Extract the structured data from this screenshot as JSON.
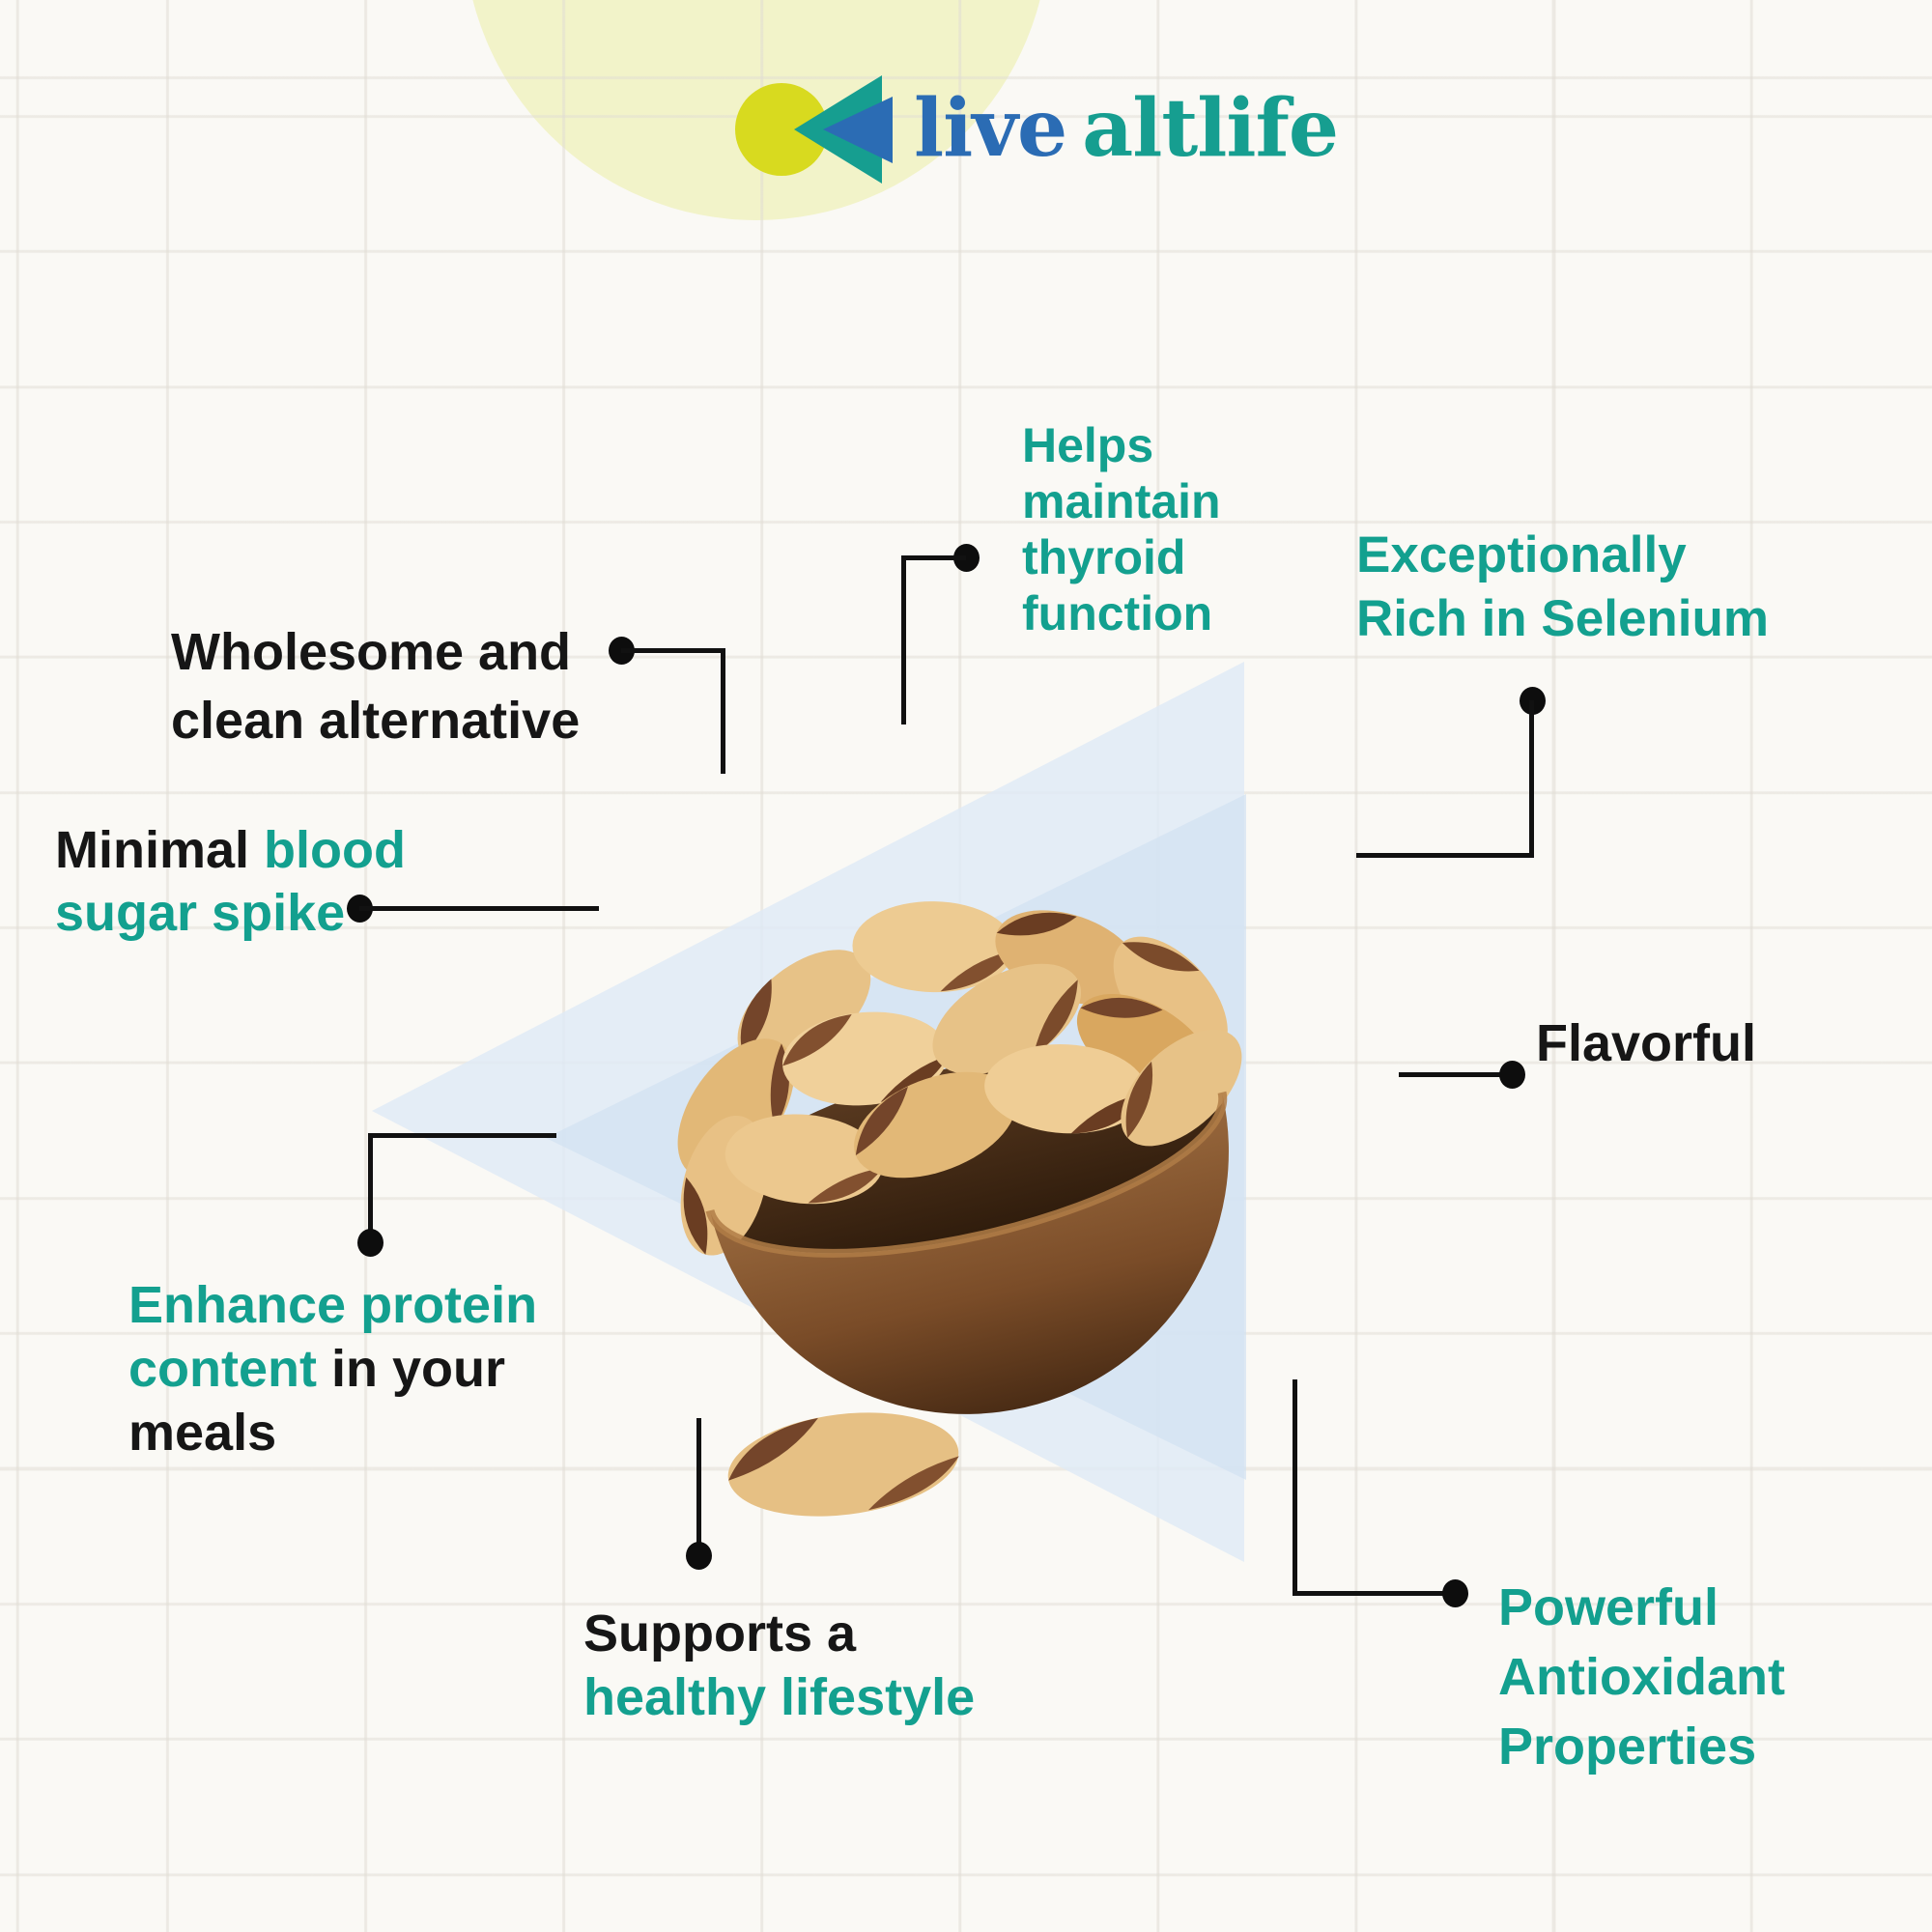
{
  "logo": {
    "brand_live": "live",
    "brand_altlife": "altlife",
    "mark": "double-left-triangles-on-yellow-circle"
  },
  "callouts": {
    "wholesome": {
      "line1": "Wholesome and",
      "line2": "clean alternative"
    },
    "thyroid": {
      "line1": "Helps",
      "line2": "maintain",
      "line3": "thyroid",
      "line4": "function"
    },
    "selenium": {
      "line1": "Exceptionally",
      "line2": "Rich in Selenium"
    },
    "minimal": {
      "black1": "Minimal ",
      "teal1": "blood",
      "teal2": "sugar spike"
    },
    "protein": {
      "teal1": "Enhance protein",
      "teal2": "content",
      "black2": " in your",
      "black3": "meals"
    },
    "supports": {
      "black1": "Supports a",
      "teal2": "healthy lifestyle"
    },
    "flavorful": {
      "text": "Flavorful"
    },
    "antioxidant": {
      "line1": "Powerful",
      "line2": "Antioxidant",
      "line3": "Properties"
    }
  },
  "image": {
    "subject": "bowl-of-brazil-nuts",
    "extra": "single-brazil-nut-below-bowl"
  },
  "colors": {
    "teal_text": "#13a08f",
    "dark_text": "#161616",
    "background": "#faf9f5",
    "grid_line": "#e0dcd4",
    "pale_yellow_circle": "#f2f3c9",
    "logo_yellow": "#d8da1f",
    "logo_teal": "#169e90",
    "logo_blue": "#2b6cb4",
    "pale_blue_triangle": "#dfeaf6",
    "pale_blue_triangle_overlap": "#cfe0f1",
    "connector": "#0d0d0d",
    "bowl_brown": "#7a4c28"
  }
}
